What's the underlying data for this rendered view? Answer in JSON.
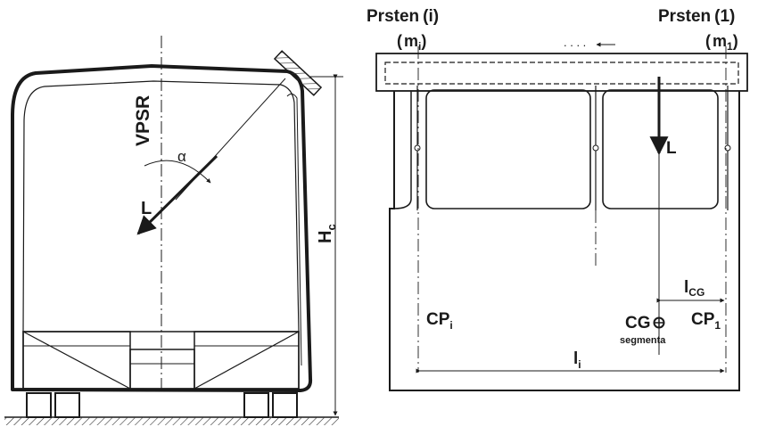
{
  "left_view": {
    "vpsr_label": "VPSR",
    "alpha_label": "α",
    "load_label": "L",
    "height_label": "H",
    "height_subscript": "c"
  },
  "right_view": {
    "ring_i": {
      "title": "Prsten",
      "index": "(i)",
      "mass": "m",
      "mass_sub": "i"
    },
    "ring_1": {
      "title": "Prsten",
      "index": "(1)",
      "mass": "m",
      "mass_sub": "1"
    },
    "dots": ". . . .",
    "load_label": "L",
    "cp_i": {
      "label": "CP",
      "sub": "i"
    },
    "cp_1": {
      "label": "CP",
      "sub": "1"
    },
    "cg": {
      "label": "CG",
      "caption": "segmenta"
    },
    "l_cg": {
      "label": "l",
      "sub": "CG"
    },
    "l_i": {
      "label": "l",
      "sub": "i"
    }
  }
}
